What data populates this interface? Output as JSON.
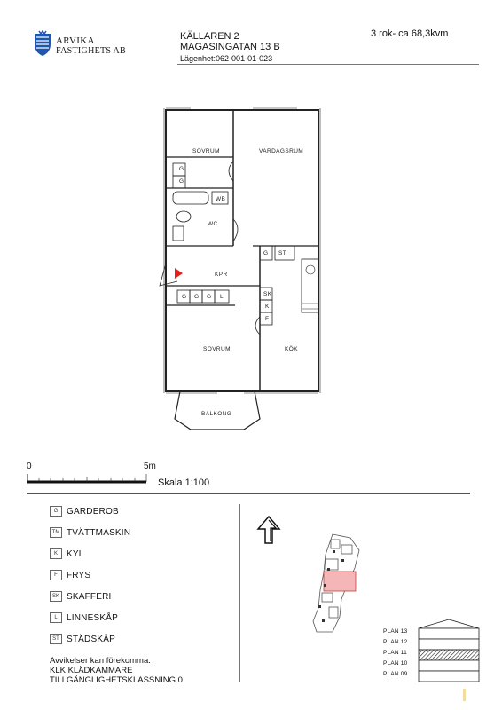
{
  "header": {
    "company_line1": "ARVIKA",
    "company_line2": "FASTIGHETS AB",
    "property": "KÄLLAREN 2",
    "address": "MAGASINGATAN 13 B",
    "apartment": "Lägenhet:062-001-01-023",
    "size": "3 rok- ca 68,3kvm"
  },
  "floorplan": {
    "rooms": {
      "sovrum_top": "SOVRUM",
      "vardagsrum": "VARDAGSRUM",
      "wc": "WC",
      "kpr": "KPR",
      "sovrum_bottom": "SOVRUM",
      "kok": "KÖK",
      "balkong": "BALKONG"
    },
    "fixtures": {
      "g": "G",
      "wb": "WB",
      "st": "ST",
      "sk": "SK",
      "k": "K",
      "f": "F",
      "l": "L"
    },
    "entrance_color": "#e02020"
  },
  "scale": {
    "start": "0",
    "end": "5m",
    "label": "Skala 1:100"
  },
  "legend": [
    {
      "code": "G",
      "label": "GARDEROB"
    },
    {
      "code": "TM",
      "label": "TVÄTTMASKIN"
    },
    {
      "code": "K",
      "label": "KYL"
    },
    {
      "code": "F",
      "label": "FRYS"
    },
    {
      "code": "SK",
      "label": "SKAFFERI"
    },
    {
      "code": "L",
      "label": "LINNESKÅP"
    },
    {
      "code": "ST",
      "label": "STÄDSKÅP"
    }
  ],
  "notes": {
    "line1": "Avvikelser kan förekomma.",
    "line2": "KLK KLÄDKAMMARE",
    "line3": "TILLGÄNGLIGHETSKLASSNING 0"
  },
  "floors": [
    {
      "label": "PLAN 13",
      "active": false
    },
    {
      "label": "PLAN 12",
      "active": false
    },
    {
      "label": "PLAN 11",
      "active": true
    },
    {
      "label": "PLAN 10",
      "active": false
    },
    {
      "label": "PLAN 09",
      "active": false
    }
  ],
  "colors": {
    "highlight": "#f4b6b6",
    "accent_mark": "#f2dca0"
  }
}
